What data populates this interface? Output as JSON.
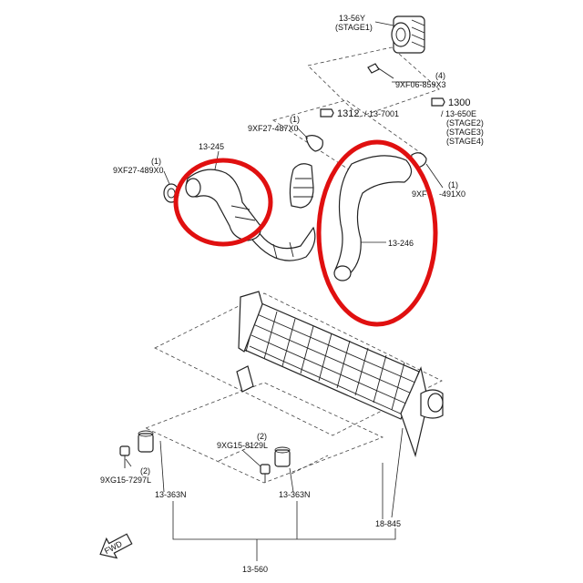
{
  "labels": {
    "intake_pipe": "13-56Y",
    "intake_pipe_stage": "(STAGE1)",
    "bolt_qty_a": "(4)",
    "bolt_a": "9XF06-859X3",
    "ref_1300": "1300",
    "ref_13650e": "/ 13-650E",
    "stage2": "(STAGE2)",
    "stage3": "(STAGE3)",
    "stage4": "(STAGE4)",
    "ref_1312": "1312",
    "ref_137001": "/ 13-7001",
    "clamp_qty_a": "(1)",
    "clamp_a": "9XF27-487X0",
    "hose_left": "13-245",
    "clamp_qty_b": "(1)",
    "clamp_b": "9XF27-489X0",
    "clamp_qty_c": "(1)",
    "clamp_c_prefix": "9XF",
    "clamp_c_suffix": "-491X0",
    "hose_right": "13-246",
    "bolt_qty_b": "(2)",
    "bolt_b": "9XG15-8129L",
    "bolt_qty_c": "(2)",
    "bolt_c": "9XG15-7297L",
    "mount_left": "13-363N",
    "mount_right": "13-363N",
    "bracket": "18-845",
    "intercooler": "13-560",
    "fwd": "FWD"
  },
  "colors": {
    "highlight": "#e01010",
    "line": "#222222"
  },
  "icons": {
    "pointer": "pointing-hand-icon",
    "direction": "fwd-arrow-icon"
  }
}
